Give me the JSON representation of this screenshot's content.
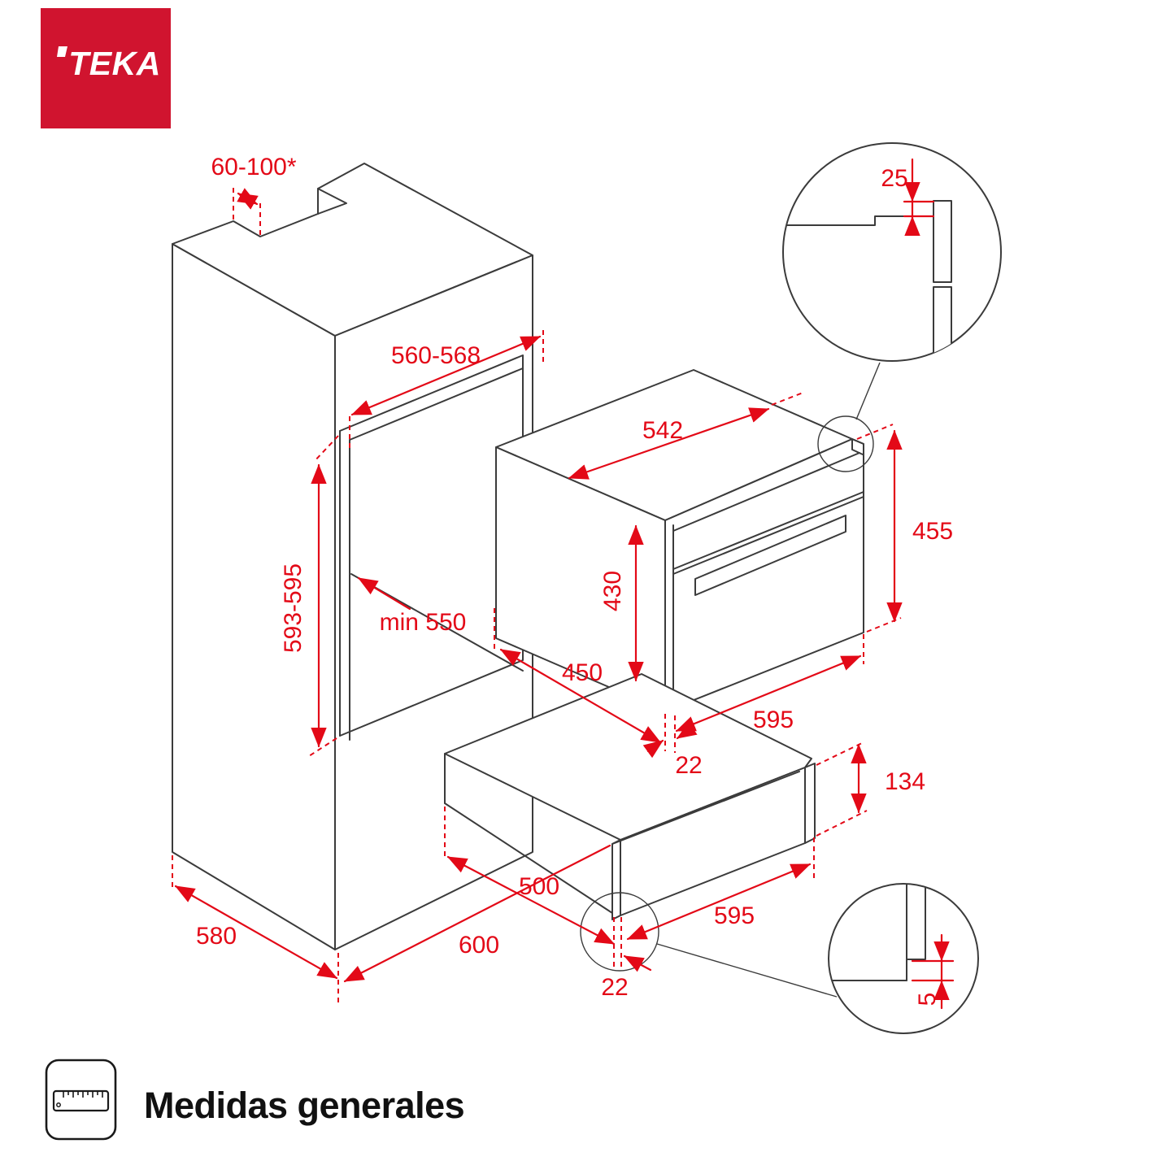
{
  "brand": {
    "logo_text": "TEKA"
  },
  "footer": {
    "icon": "ruler-icon",
    "caption": "Medidas generales"
  },
  "colors": {
    "brand_red": "#d0142f",
    "dimension_red": "#e30917",
    "line_black": "#3b3b3b"
  },
  "diagram": {
    "type": "appliance-installation-dimensions",
    "labels": {
      "top_clearance": "60-100*",
      "niche_width": "560-568",
      "oven_top_width": "542",
      "detail_top_offset": "25",
      "oven_front_height": "455",
      "oven_body_height": "430",
      "niche_height": "593-595",
      "min_depth": "min 550",
      "lower_recess_depth": "450",
      "oven_front_width": "595",
      "oven_front_gap": "22",
      "drawer_front_height": "134",
      "drawer_depth": "500",
      "drawer_front_width": "595",
      "drawer_front_gap": "22",
      "cabinet_depth": "580",
      "cabinet_width": "600",
      "detail_bottom_offset": "5"
    }
  }
}
